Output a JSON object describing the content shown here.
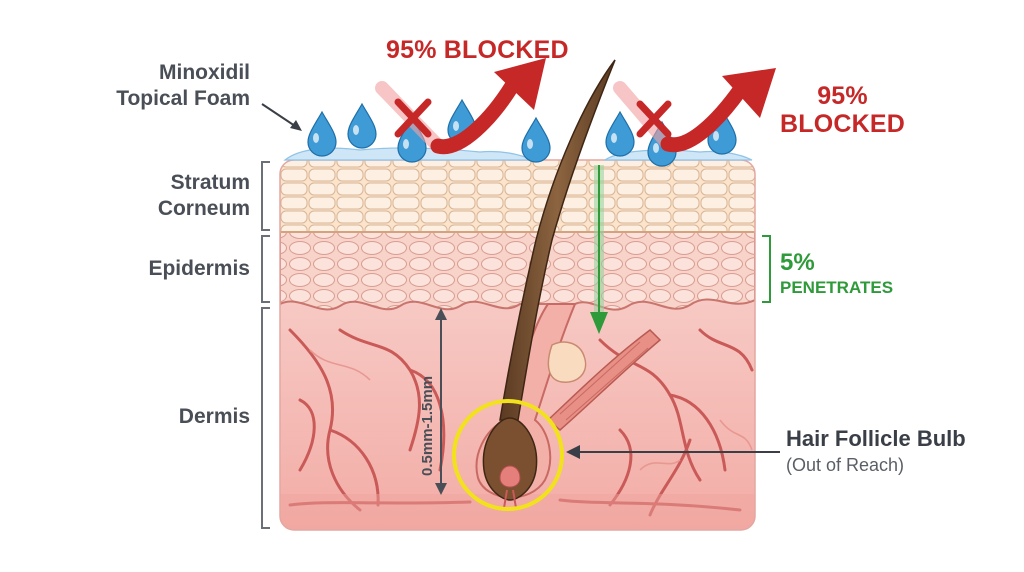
{
  "labels": {
    "foam_line1": "Minoxidil",
    "foam_line2": "Topical Foam",
    "stratum_line1": "Stratum",
    "stratum_line2": "Corneum",
    "epidermis": "Epidermis",
    "dermis": "Dermis",
    "blocked_left": "95% BLOCKED",
    "blocked_right_line1": "95%",
    "blocked_right_line2": "BLOCKED",
    "penetrates_pct": "5%",
    "penetrates_text": "PENETRATES",
    "depth": "0.5mm-1.5mm",
    "bulb_title": "Hair Follicle Bulb",
    "bulb_sub": "(Out of Reach)"
  },
  "colors": {
    "blocked_red": "#c62828",
    "penetrate_green": "#2e9a3a",
    "label_gray": "#4a4f57",
    "highlight_yellow": "#f2e21b",
    "droplet_blue": "#3f9bd6",
    "dermis_pink": "#f6c0bb"
  },
  "icons": [
    "droplet-icon",
    "blocked-x-icon",
    "deflect-arrow-icon",
    "penetrate-arrow-icon"
  ]
}
